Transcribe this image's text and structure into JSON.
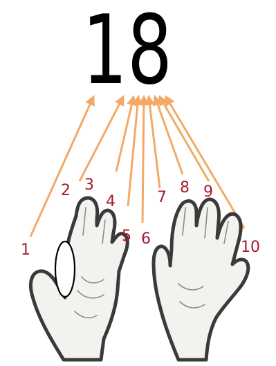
{
  "number": "18",
  "finger_labels": [
    "1",
    "2",
    "3",
    "4",
    "5",
    "6",
    "7",
    "8",
    "9",
    "10"
  ],
  "colors": {
    "arrow": "#f3a968",
    "label": "#a8192e",
    "number": "#000000",
    "glove_fill": "#f2f2ef",
    "glove_outline": "#3a3a3a"
  }
}
